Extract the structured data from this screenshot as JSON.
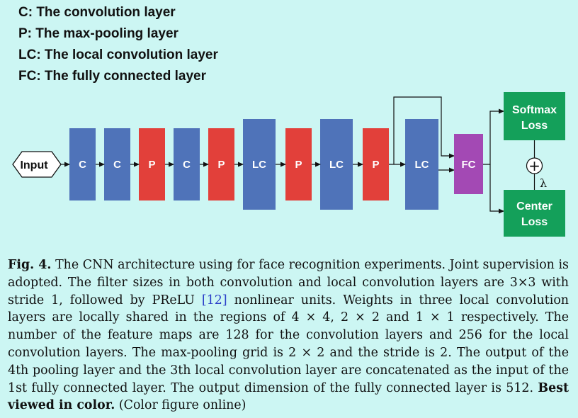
{
  "legend": [
    "C: The convolution layer",
    "P: The max-pooling layer",
    "LC: The local convolution layer",
    "FC: The fully connected layer"
  ],
  "diagram": {
    "input_label": "Input",
    "blocks": [
      {
        "label": "C",
        "type": "conv"
      },
      {
        "label": "C",
        "type": "conv"
      },
      {
        "label": "P",
        "type": "pool"
      },
      {
        "label": "C",
        "type": "conv"
      },
      {
        "label": "P",
        "type": "pool"
      },
      {
        "label": "LC",
        "type": "local"
      },
      {
        "label": "P",
        "type": "pool"
      },
      {
        "label": "LC",
        "type": "local"
      },
      {
        "label": "P",
        "type": "pool"
      },
      {
        "label": "LC",
        "type": "local"
      }
    ],
    "fc_label": "FC",
    "softmax_label_line1": "Softmax",
    "softmax_label_line2": "Loss",
    "center_label_line1": "Center",
    "center_label_line2": "Loss",
    "combine_symbol": "+",
    "lambda_symbol": "λ",
    "colors": {
      "background": "#ccf6f3",
      "conv": "#4f73b9",
      "pool": "#e2403a",
      "fc": "#a349b4",
      "loss": "#14a05a",
      "loss_text": "#ffffff"
    }
  },
  "caption": {
    "label": "Fig. 4.",
    "text_before_ref": " The CNN architecture using for face recognition experiments. Joint supervision is adopted. The filter sizes in both convolution and local convolution layers are 3×3 with stride 1, followed by PReLU ",
    "ref": "[12]",
    "text_after_ref": " nonlinear units. Weights in three local convolution layers are locally shared in the regions of 4 × 4, 2 × 2 and 1 × 1 respectively. The number of the feature maps are 128 for the convolution layers and 256 for the local convolution layers. The max-pooling grid is 2 × 2 and the stride is 2. The output of the 4th pooling layer and the 3th local convolution layer are concatenated as the input of the 1st fully connected layer. The output dimension of the fully connected layer is 512. ",
    "bold_end": "Best viewed in color.",
    "tail": " (Color figure online)"
  }
}
